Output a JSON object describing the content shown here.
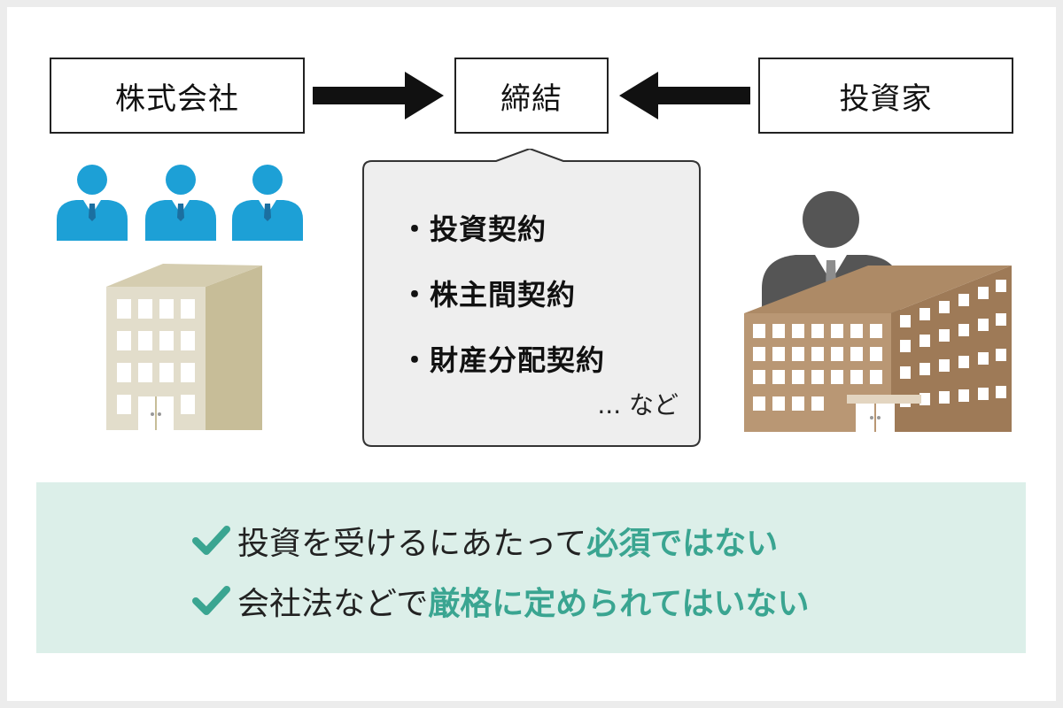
{
  "left_box": {
    "label": "株式会社"
  },
  "center_box": {
    "label": "締結"
  },
  "right_box": {
    "label": "投資家"
  },
  "bubble": {
    "items": [
      "・投資契約",
      "・株主間契約",
      "・財産分配契約"
    ],
    "more": "... など"
  },
  "notes": [
    {
      "plain": "投資を受けるにあたって",
      "highlight": "必須ではない"
    },
    {
      "plain": "会社法などで",
      "highlight": "厳格に定められてはいない"
    }
  ],
  "colors": {
    "person_blue": "#1da0d6",
    "person_gray": "#555555",
    "building_beige": "#ddd8c6",
    "building_brown": "#a3805e",
    "note_bg": "#dcefe9",
    "accent_green": "#3aa591"
  },
  "icons": {
    "arrow": "arrow-right-icon",
    "person": "person-icon",
    "building": "building-icon",
    "check": "check-icon"
  }
}
